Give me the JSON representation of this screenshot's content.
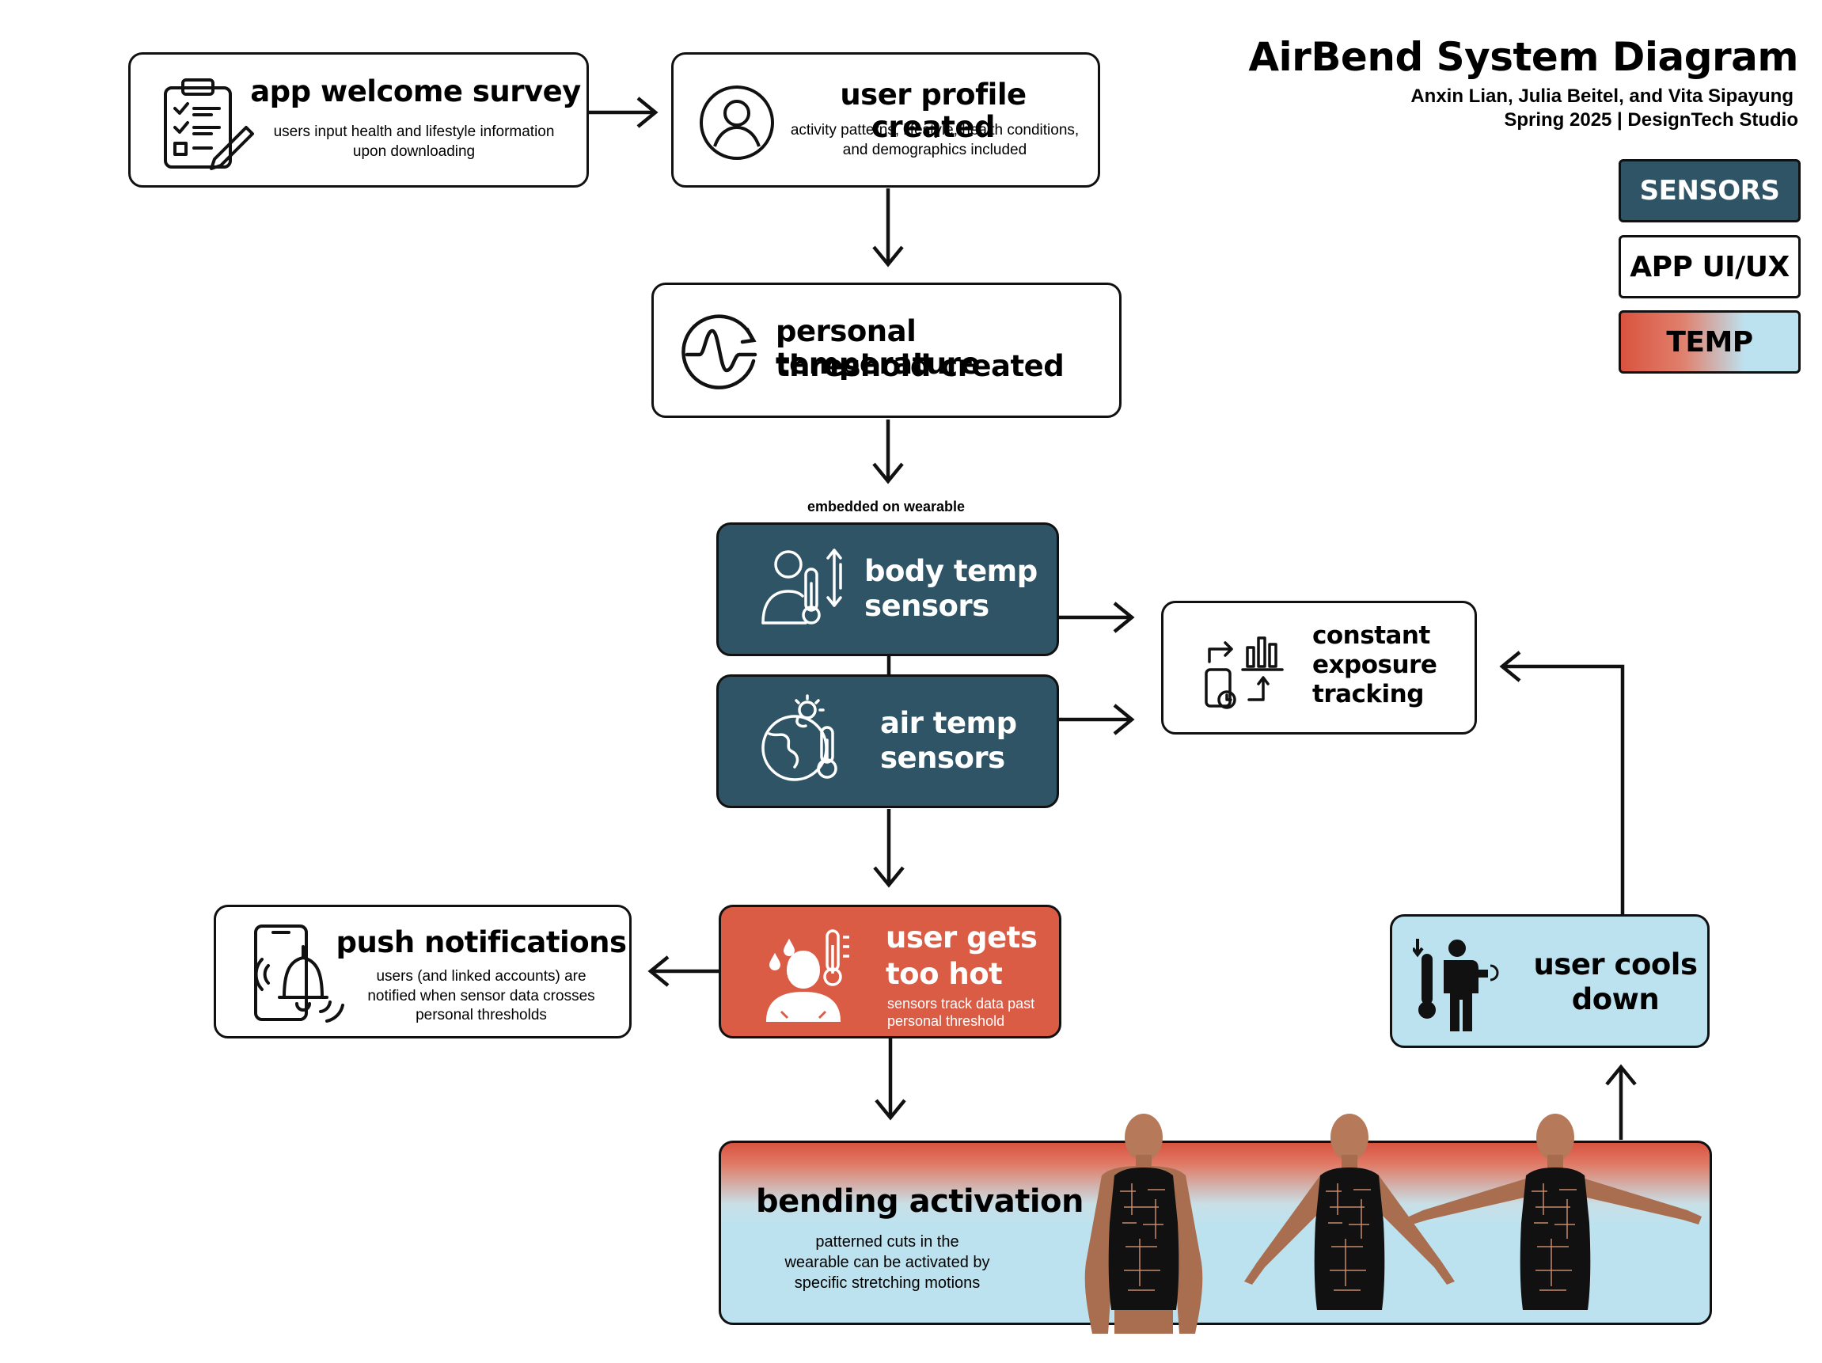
{
  "header": {
    "title": "AirBend System Diagram",
    "authors": "Anxin Lian, Julia Beitel, and Vita Sipayung",
    "term": "Spring 2025 | DesignTech Studio"
  },
  "legend": {
    "sensors": "SENSORS",
    "app": "APP UI/UX",
    "temp": "TEMP"
  },
  "nodes": {
    "survey": {
      "title": "app welcome survey",
      "desc": "users input health and lifestyle information upon downloading",
      "icon": "checklist-icon"
    },
    "profile": {
      "title": "user profile created",
      "desc": "activity patterns, lifestyle, health conditions, and demographics included",
      "icon": "user-icon"
    },
    "threshold": {
      "title_1": "personal temperature",
      "title_2": "threshold created",
      "icon": "waveform-cycle-icon"
    },
    "embedded_label": "embedded on wearable",
    "body_sensors": {
      "title_1": "body temp",
      "title_2": "sensors",
      "icon": "body-thermometer-icon"
    },
    "air_sensors": {
      "title_1": "air temp",
      "title_2": "sensors",
      "icon": "earth-thermometer-icon"
    },
    "tracking": {
      "title_1": "constant",
      "title_2": "exposure",
      "title_3": "tracking",
      "icon": "phone-chart-icon"
    },
    "too_hot": {
      "title_1": "user gets",
      "title_2": "too hot",
      "desc_1": "sensors track data past",
      "desc_2": "personal threshold",
      "icon": "sweating-person-icon"
    },
    "push": {
      "title": "push notifications",
      "desc": "users (and linked accounts) are notified when sensor data crosses personal thresholds",
      "icon": "phone-bell-icon"
    },
    "cools": {
      "title_1": "user cools",
      "title_2": "down",
      "icon": "person-thermometer-icon"
    },
    "bending": {
      "title": "bending activation",
      "desc": "patterned cuts in the wearable can be activated by specific stretching motions"
    }
  },
  "colors": {
    "sensor": "#2f5465",
    "hot": "#db5c45",
    "cool": "#bde2ef"
  }
}
